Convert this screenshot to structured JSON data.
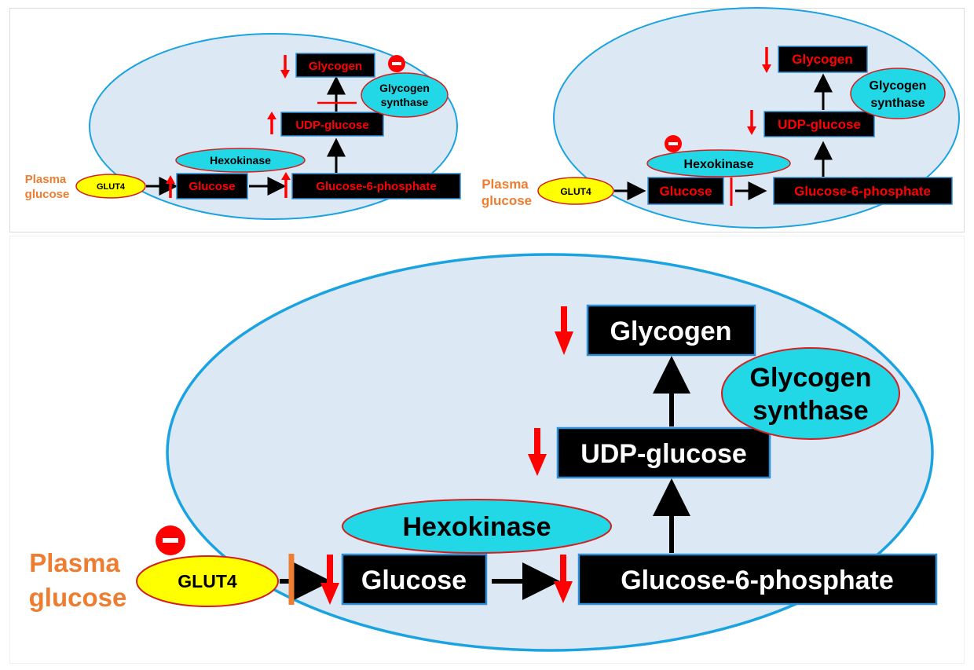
{
  "labels": {
    "plasma_line1": "Plasma",
    "plasma_line2": "glucose",
    "glut4": "GLUT4",
    "glucose": "Glucose",
    "g6p": "Glucose-6-phosphate",
    "udp": "UDP-glucose",
    "glycogen": "Glycogen",
    "hexokinase": "Hexokinase",
    "gs_line1": "Glycogen",
    "gs_line2": "synthase",
    "minus": "-"
  },
  "colors": {
    "cell_fill": "#dde8f5",
    "cell_stroke": "#1aa3e0",
    "box_fill": "#000000",
    "box_stroke": "#2e8fd6",
    "enzyme_fill": "#22d8e6",
    "enzyme_stroke": "#d21f1f",
    "glut_fill": "#ffff00",
    "glut_stroke": "#d21f1f",
    "plasma_text": "#ed7d31",
    "red": "#ff0000",
    "orange_bar": "#ed7d31"
  }
}
